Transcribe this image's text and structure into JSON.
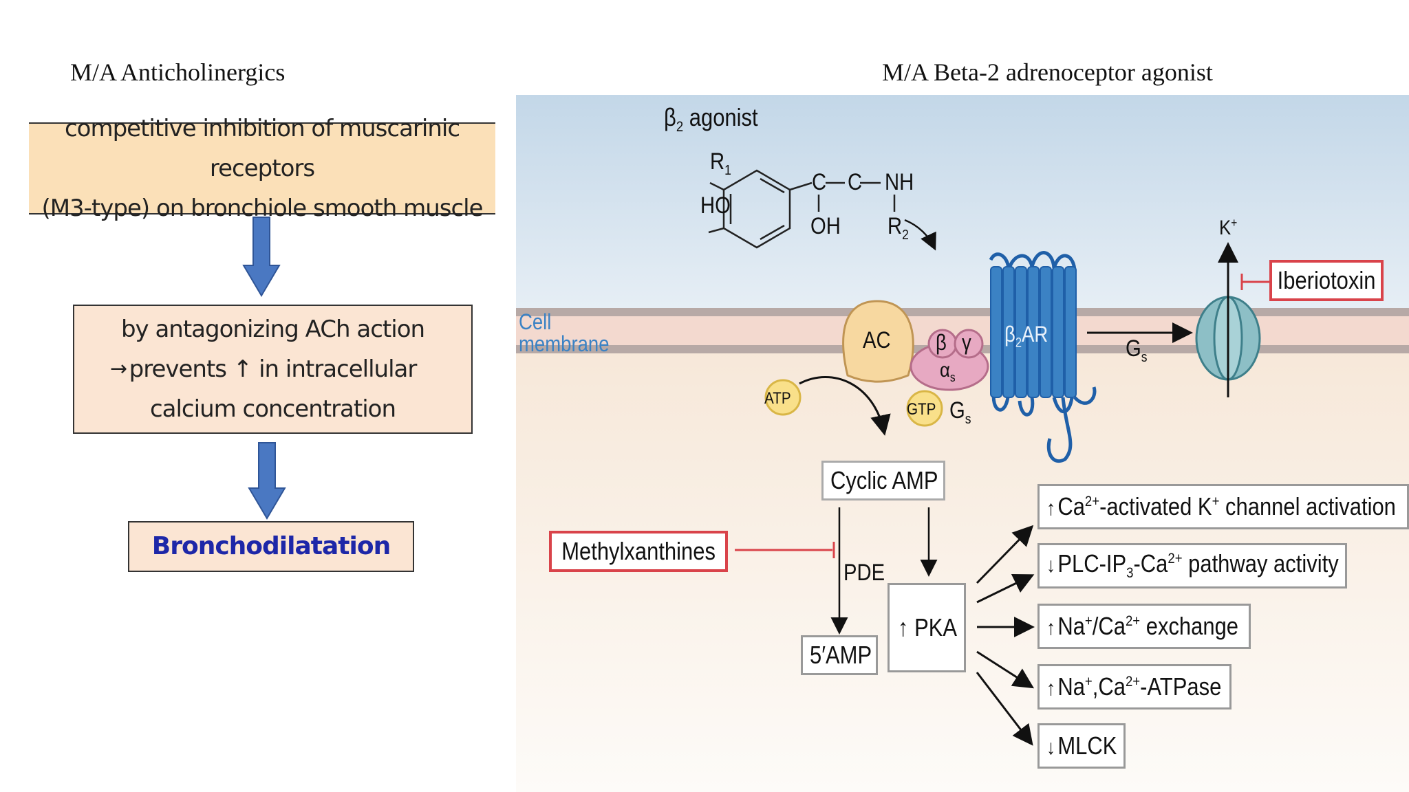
{
  "titles": {
    "left": "M/A Anticholinergics",
    "right": "M/A Beta-2 adrenoceptor agonist"
  },
  "flowchart": {
    "step1_line1": "competitive inhibition of muscarinic receptors",
    "step1_line2": "(M3-type) on bronchiole smooth muscle",
    "step2_line1": "by antagonizing ACh action",
    "step2_arrow": "→",
    "step2_line2": "prevents ↑ in intracellular",
    "step2_line3": "calcium concentration",
    "step3": "Bronchodilatation"
  },
  "diagram": {
    "agonist_label": "β",
    "agonist_sub": "2",
    "agonist_suffix": " agonist",
    "chem": {
      "r1": "R",
      "r1_sub": "1",
      "ho": "HO",
      "c1": "C",
      "c2": "C",
      "nh": "NH",
      "oh": "OH",
      "r2": "R",
      "r2_sub": "2"
    },
    "cell_membrane_1": "Cell",
    "cell_membrane_2": "membrane",
    "ac": "AC",
    "beta": "β",
    "gamma": "γ",
    "alpha": "α",
    "alpha_sub": "s",
    "receptor": "β",
    "receptor_sub": "2",
    "receptor_suffix": "AR",
    "gs_arrow": "G",
    "gs_arrow_sub": "s",
    "atp": "ATP",
    "gtp": "GTP",
    "gs": "G",
    "gs_sub": "s",
    "k": "K",
    "k_sup": "+",
    "iberiotoxin": "Iberiotoxin",
    "cyclic_amp": "Cyclic AMP",
    "methylxanthines": "Methylxanthines",
    "pde": "PDE",
    "amp5": "5′AMP",
    "pka_mark": "↑",
    "pka": " PKA",
    "effects": [
      {
        "mark": "↑",
        "html_parts": [
          "Ca",
          "2+",
          "-activated K",
          "+",
          " channel activation"
        ]
      },
      {
        "mark": "↓",
        "html_parts": [
          "PLC-IP",
          "3",
          "-Ca",
          "2+",
          " pathway activity"
        ]
      },
      {
        "mark": "↑",
        "html_parts": [
          "Na",
          "+",
          "/Ca",
          "2+",
          " exchange"
        ]
      },
      {
        "mark": "↑",
        "html_parts": [
          "Na",
          "+",
          ",Ca",
          "2+",
          "-ATPase"
        ]
      },
      {
        "mark": "↓",
        "html_parts": [
          "MLCK"
        ]
      }
    ]
  },
  "colors": {
    "box1_fill": "#fbe0b8",
    "box_fill": "#fbe5d3",
    "flow_arrow": "#4a78c2",
    "bronchodilatation_text": "#1d27a8",
    "inhibitor_red": "#d9434a",
    "receptor_blue": "#3b82c4"
  }
}
